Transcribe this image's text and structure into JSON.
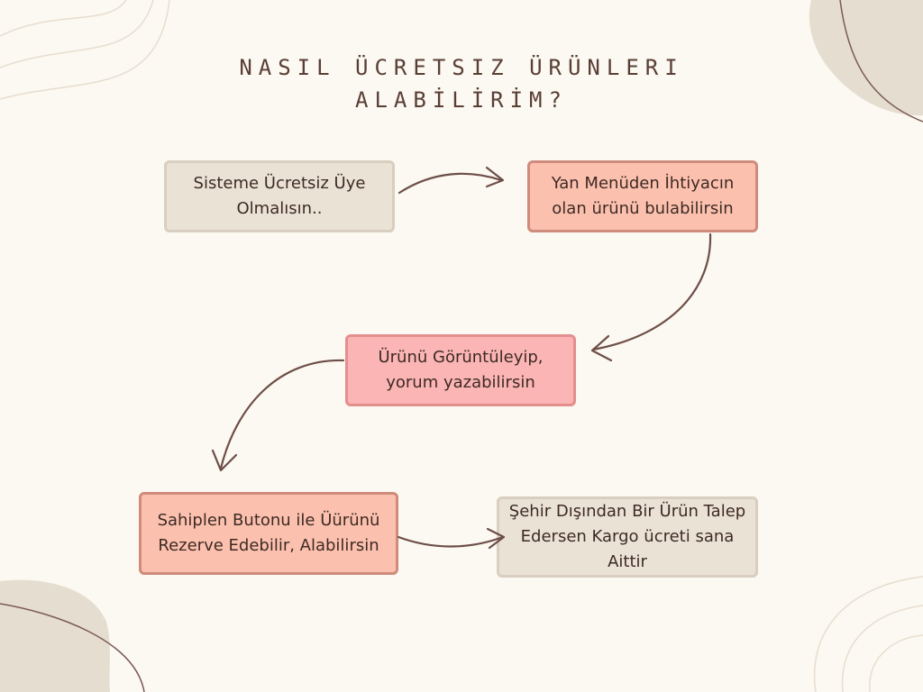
{
  "title": {
    "line1": "NASIL ÜCRETSIZ ÜRÜNLERI",
    "line2": "ALABİLİRİM?"
  },
  "steps": [
    {
      "text": "Sisteme Ücretsiz Üye Olmalısın.."
    },
    {
      "text": "Yan Menüden İhtiyacın olan ürünü bulabilirsin"
    },
    {
      "text": "Ürünü Görüntüleyip, yorum yazabilirsin"
    },
    {
      "text": "Sahiplen Butonu ile Üürünü Rezerve Edebilir, Alabilirsin"
    },
    {
      "text": "Şehir Dışından Bir Ürün Talep Edersen Kargo ücreti sana Aittir"
    }
  ],
  "colors": {
    "background": "#fbf9f1",
    "beige": "#ebe2d6",
    "salmon": "#fcc1ae",
    "pink": "#fbb5b4",
    "text": "#3d2a25",
    "arrow": "#6e4e48"
  }
}
